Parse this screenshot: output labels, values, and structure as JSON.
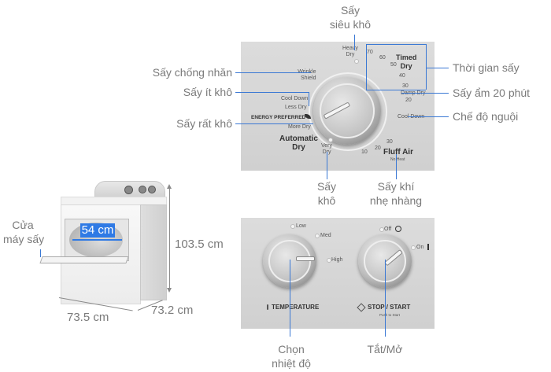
{
  "dimensions": {
    "door_width": "54 cm",
    "height": "103.5 cm",
    "width": "73.5 cm",
    "depth": "73.2 cm",
    "door_label": [
      "Cửa",
      "máy sấy"
    ]
  },
  "upper_panel": {
    "callouts": {
      "heavy_dry": [
        "Sấy",
        "siêu khô"
      ],
      "wrinkle_shield": "Sấy chống nhăn",
      "less_dry": "Sấy ít khô",
      "more_dry": "Sấy rất khô",
      "timed_dry": "Thời gian sấy",
      "damp_dry": "Sấy ẩm 20 phút",
      "cool_down": "Chế độ nguội",
      "very_dry": [
        "Sấy",
        "khô"
      ],
      "fluff_air": [
        "Sấy khí",
        "nhẹ nhàng"
      ]
    },
    "dial_labels": {
      "heavy_dry": [
        "Heavy",
        "Dry"
      ],
      "wrinkle_shield": [
        "Wrinkle",
        "Shield"
      ],
      "cool_down_left": "Cool Down",
      "less_dry": "Less Dry",
      "energy_preferred": "ENERGY PREFERRED",
      "more_dry": "More Dry",
      "automatic_dry": [
        "Automatic",
        "Dry"
      ],
      "very_dry": [
        "Very",
        "Dry"
      ],
      "timed_dry": [
        "Timed",
        "Dry"
      ],
      "t70": "70",
      "t60": "60",
      "t50": "50",
      "t40": "40",
      "t30": "30",
      "damp_dry": "Damp Dry",
      "t20": "20",
      "cool_down_right": "Cool Down",
      "f30": "30",
      "f20": "20",
      "f10": "10",
      "fluff_air": "Fluff Air",
      "no_heat": "No Heat"
    }
  },
  "lower_panel": {
    "callouts": {
      "temperature": [
        "Chọn",
        "nhiệt độ"
      ],
      "stop_start": "Tắt/Mở"
    },
    "labels": {
      "low": "Low",
      "med": "Med",
      "high": "High",
      "temperature": "TEMPERATURE",
      "off": "Off",
      "on": "On",
      "stop_start": "STOP / START",
      "push_to_start": "Push to Start"
    }
  },
  "colors": {
    "accent_line": "#3a78d4",
    "panel_bg": "#d4d4d4",
    "callout_text": "#7a7a7a"
  }
}
